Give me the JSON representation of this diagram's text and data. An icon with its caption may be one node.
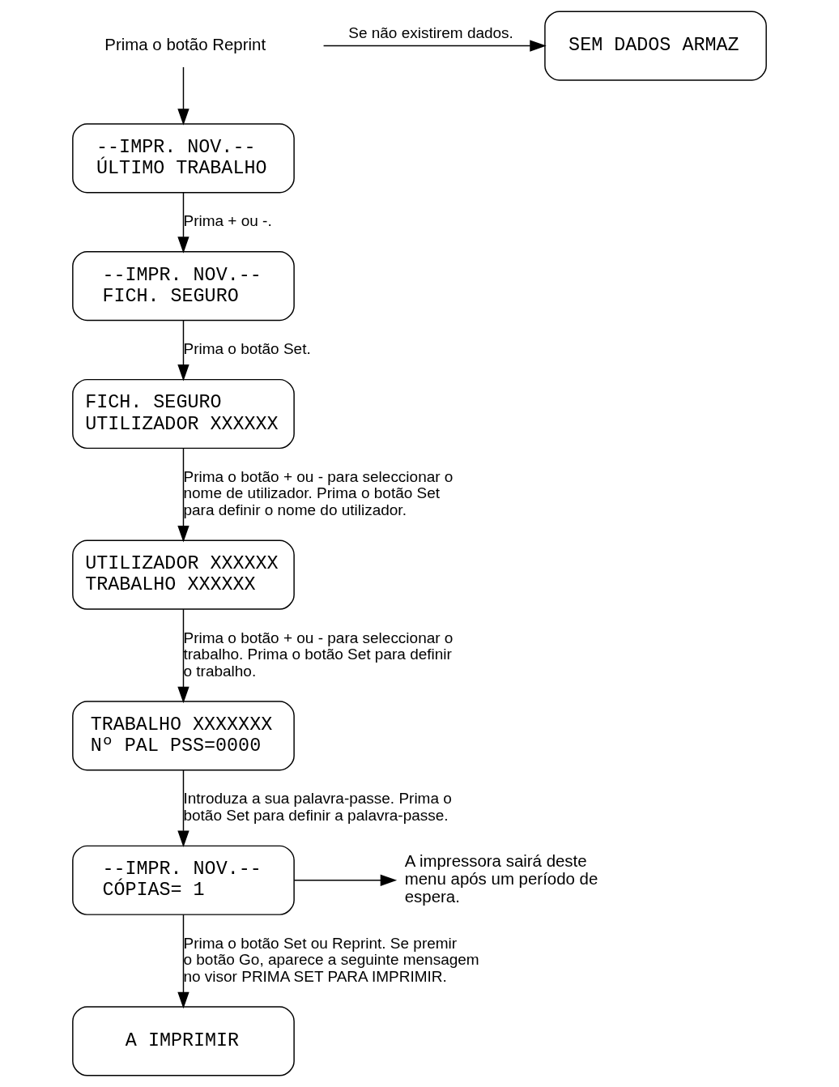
{
  "diagram": {
    "nodes": [
      {
        "text": [
          "Prima o botão Reprint"
        ]
      },
      {
        "text": [
          "--IMPR. NOV.--",
          "ÚLTIMO TRABALHO"
        ]
      },
      {
        "text": [
          "--IMPR. NOV.--",
          "FICH. SEGURO"
        ]
      },
      {
        "text": [
          "FICH. SEGURO",
          "UTILIZADOR XXXXXX"
        ]
      },
      {
        "text": [
          "UTILIZADOR XXXXXX",
          "TRABALHO XXXXXX"
        ]
      },
      {
        "text": [
          "TRABALHO XXXXXXX",
          "Nº PAL PSS=0000"
        ]
      },
      {
        "text": [
          "--IMPR. NOV.--",
          "CÓPIAS= 1"
        ]
      },
      {
        "text": [
          "A IMPRIMIR"
        ]
      },
      {
        "text": [
          "SEM DADOS ARMAZ"
        ]
      },
      {
        "text": [
          "A impressora sairá deste menu após um período de espera."
        ]
      }
    ],
    "edges": [
      {
        "from": null,
        "to": 8,
        "arrow": "to",
        "label": "Se não existirem dados."
      },
      {
        "from": 0,
        "to": 1,
        "arrow": "to"
      },
      {
        "from": 1,
        "to": 2,
        "arrow": "to",
        "label": "Prima + ou -."
      },
      {
        "from": 2,
        "to": 3,
        "arrow": "to",
        "label": "Prima o botão Set."
      },
      {
        "from": 3,
        "to": 4,
        "arrow": "to",
        "label": "Prima o botão + ou - para seleccionar o nome de utilizador. Prima o botão Set para definir o nome do utilizador."
      },
      {
        "from": 4,
        "to": 5,
        "arrow": "to",
        "label": "Prima o botão + ou - para seleccionar o trabalho. Prima o botão Set para definir o trabalho."
      },
      {
        "from": 5,
        "to": 6,
        "arrow": "to",
        "label": "Introduza a sua palavra-passe. Prima o botão Set para definir a palavra-passe."
      },
      {
        "from": 6,
        "to": 9,
        "arrow": "to"
      },
      {
        "from": 6,
        "to": 7,
        "arrow": "to",
        "label": "Prima o botão Set ou Reprint. Se premir o botão Go, aparece a seguinte mensagem no visor PRIMA SET PARA IMPRIMIR."
      }
    ]
  }
}
